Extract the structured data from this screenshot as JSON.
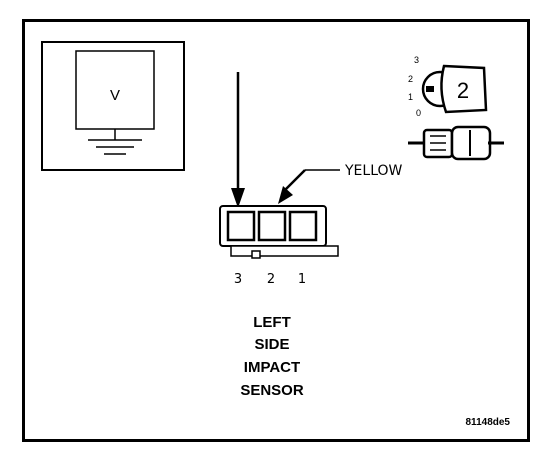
{
  "meter": {
    "symbol": "V"
  },
  "wire_label": "YELLOW",
  "pins": [
    "3",
    "2",
    "1"
  ],
  "title_lines": [
    "LEFT",
    "SIDE",
    "IMPACT",
    "SENSOR"
  ],
  "key_icon": {
    "positions": [
      "3",
      "2",
      "1",
      "0"
    ],
    "number": "2"
  },
  "figure_code": "81148de5"
}
